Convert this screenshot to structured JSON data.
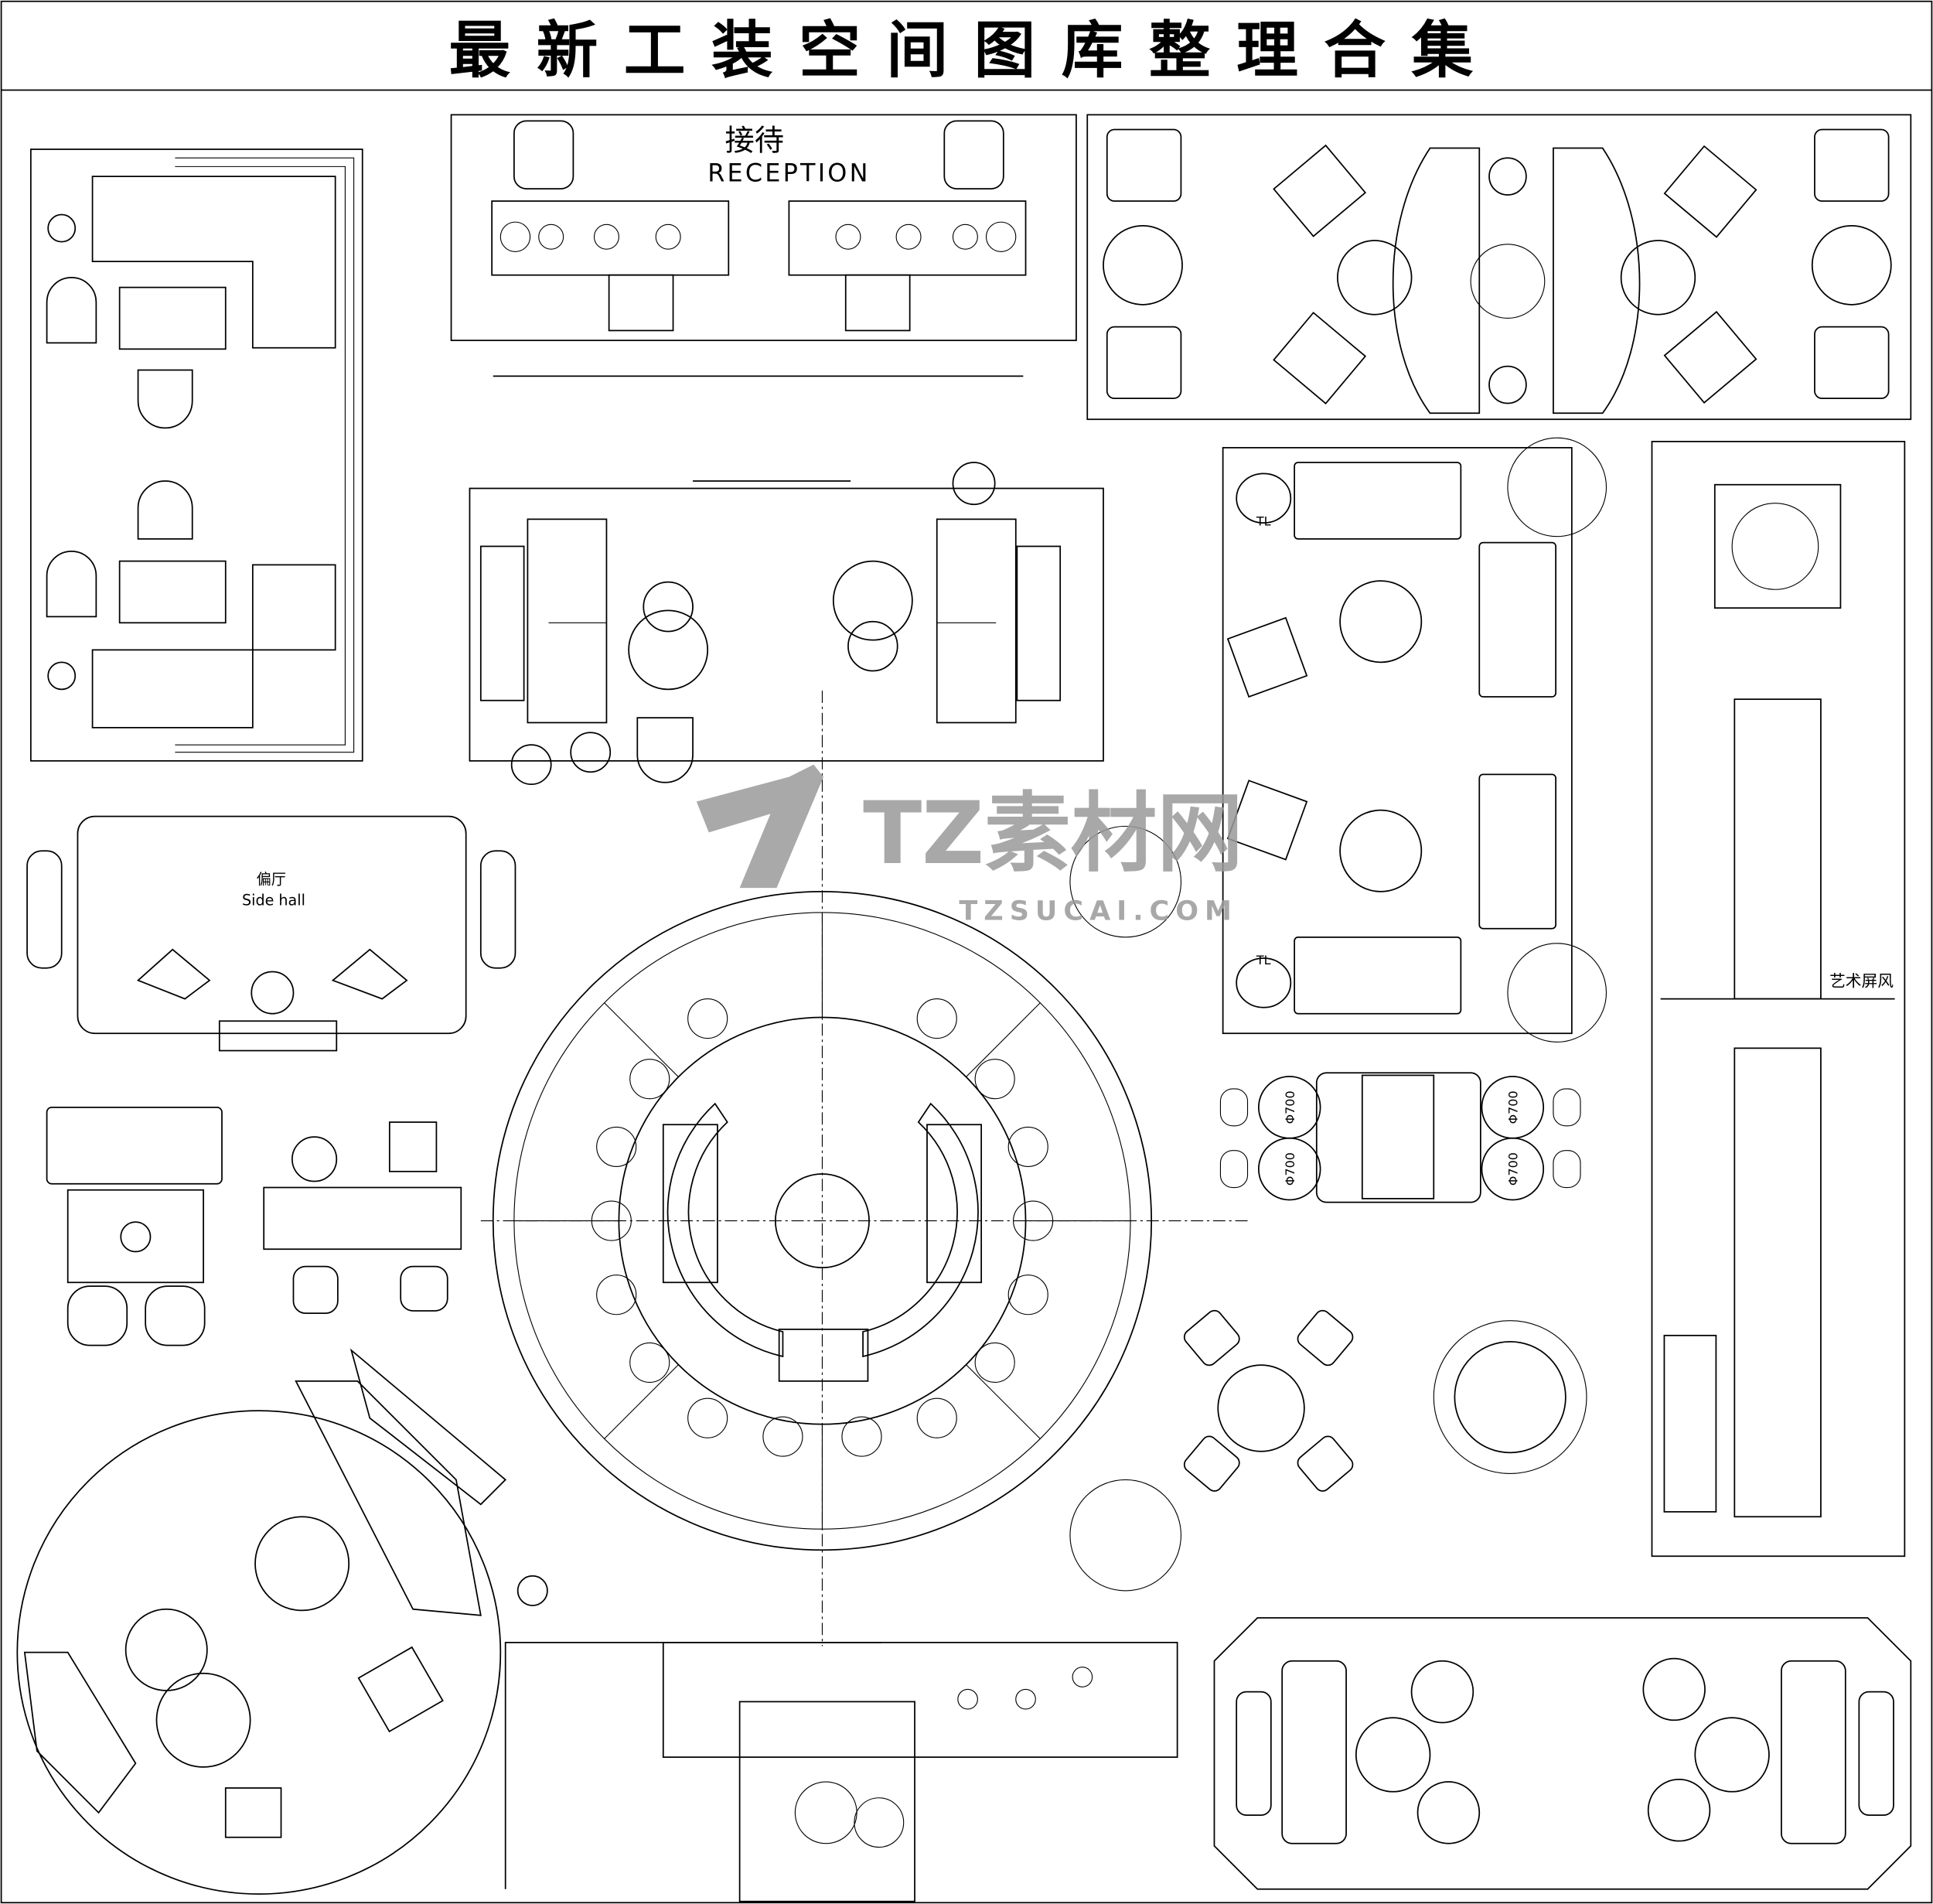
{
  "title": "最新工装空间图库整理合集",
  "reception": {
    "cn": "接待",
    "en": "RECEPTION"
  },
  "side_hall": {
    "cn": "偏厅",
    "en": "Side hall"
  },
  "art_screen": "艺术屏风",
  "lounge_labels": [
    "TL",
    "TL"
  ],
  "dining_table_sizes": [
    "Φ700",
    "Φ700",
    "Φ700",
    "Φ700"
  ],
  "watermark": {
    "brand": "TZ素材网",
    "url": "TZSUCAI.COM"
  }
}
